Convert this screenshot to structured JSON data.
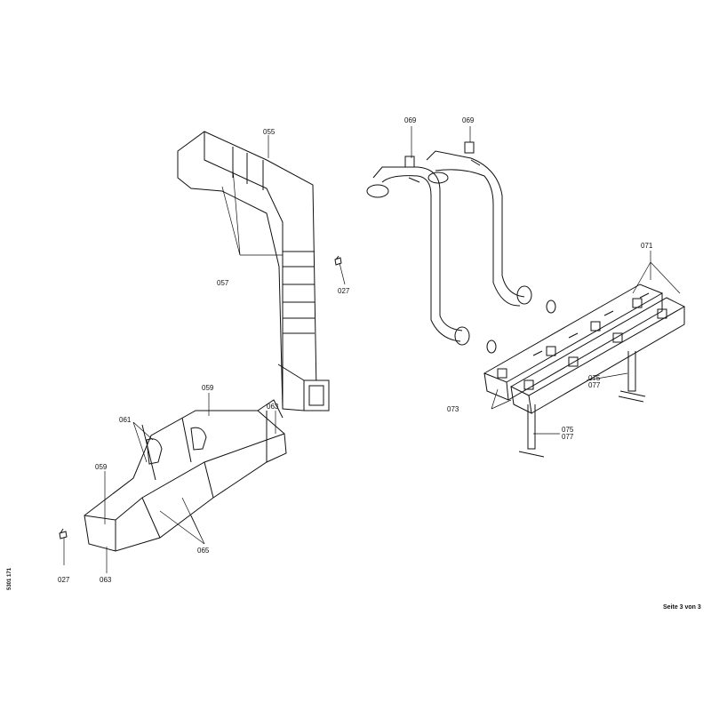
{
  "labels": {
    "l055": "055",
    "l057": "057",
    "l027a": "027",
    "l059a": "059",
    "l061": "061",
    "l063a": "063",
    "l059b": "059",
    "l065": "065",
    "l027b": "027",
    "l063b": "063",
    "l069a": "069",
    "l069b": "069",
    "l071": "071",
    "l075a": "075",
    "l077a": "077",
    "l073": "073",
    "l075b": "075",
    "l077b": "077"
  },
  "footer": "Seite 3 von 3",
  "doc_number": "5301 171"
}
